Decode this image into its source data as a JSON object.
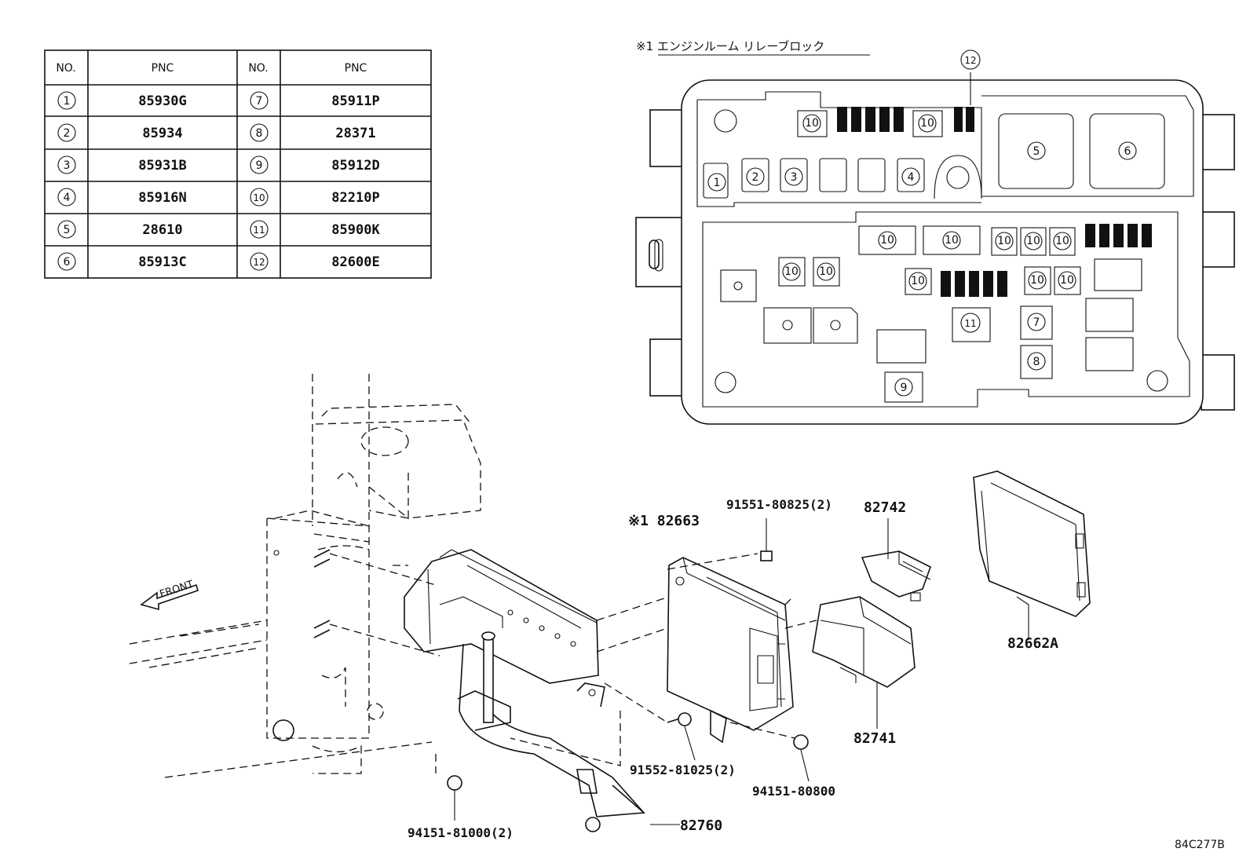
{
  "table": {
    "headers": [
      "NO.",
      "PNC",
      "NO.",
      "PNC"
    ],
    "rows": [
      {
        "no_left": "1",
        "pnc_left": "85930G",
        "no_right": "7",
        "pnc_right": "85911P"
      },
      {
        "no_left": "2",
        "pnc_left": "85934",
        "no_right": "8",
        "pnc_right": "28371"
      },
      {
        "no_left": "3",
        "pnc_left": "85931B",
        "no_right": "9",
        "pnc_right": "85912D"
      },
      {
        "no_left": "4",
        "pnc_left": "85916N",
        "no_right": "10",
        "pnc_right": "82210P"
      },
      {
        "no_left": "5",
        "pnc_left": "28610",
        "no_right": "11",
        "pnc_right": "85900K"
      },
      {
        "no_left": "6",
        "pnc_left": "85913C",
        "no_right": "12",
        "pnc_right": "82600E"
      }
    ]
  },
  "relay_block": {
    "title": "※1 エンジンルーム リレーブロック",
    "callouts": [
      "1",
      "2",
      "3",
      "4",
      "5",
      "6",
      "7",
      "8",
      "9",
      "10",
      "11",
      "12"
    ]
  },
  "parts": {
    "front_label": "FRONT",
    "p82663": "※1 82663",
    "p91551": "91551-80825(2)",
    "p82742": "82742",
    "p82662A": "82662A",
    "p82741": "82741",
    "p91552": "91552-81025(2)",
    "p94151_80800": "94151-80800",
    "p94151_81000": "94151-81000(2)",
    "p82760": "82760"
  },
  "figure_code": "84C277B"
}
